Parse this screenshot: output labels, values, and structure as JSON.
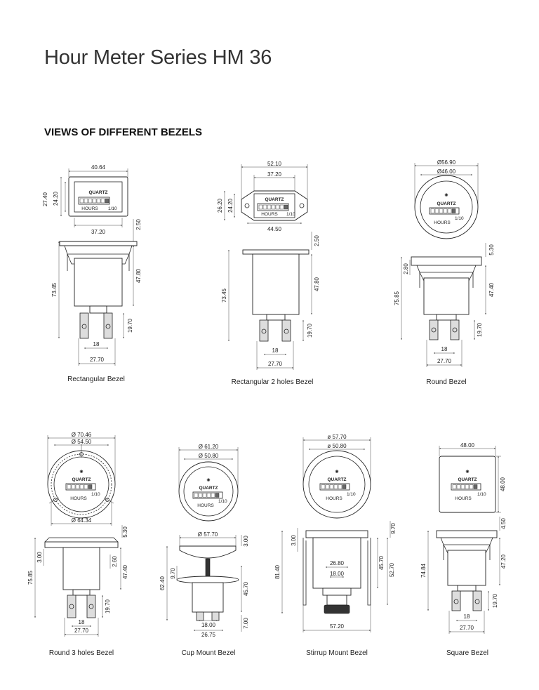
{
  "title": "Hour Meter Series HM 36",
  "section_title": "VIEWS OF DIFFERENT BEZELS",
  "meter_face": {
    "brand": "QUARTZ",
    "unit": "HOURS",
    "ratio": "1/10"
  },
  "bezels": [
    {
      "caption": "Rectangular Bezel",
      "front": {
        "width": "40.64",
        "height": "27.40",
        "window_height": "24.20",
        "window_width": "37.20"
      },
      "side": {
        "bezel_thickness": "2.50",
        "body_height": "47.80",
        "overall_length": "73.45",
        "terminal_length": "19.70",
        "terminal_spacing": "18",
        "base_width": "27.70"
      }
    },
    {
      "caption": "Rectangular 2 holes Bezel",
      "front": {
        "overall_width": "52.10",
        "width": "37.20",
        "height": "26.20",
        "window_height": "24.20",
        "hole_spacing": "44.50"
      },
      "side": {
        "bezel_thickness": "2.50",
        "body_height": "47.80",
        "overall_length": "73.45",
        "terminal_length": "19.70",
        "terminal_spacing": "18",
        "base_width": "27.70"
      }
    },
    {
      "caption": "Round Bezel",
      "front": {
        "outer_diameter": "Ø56.90",
        "inner_diameter": "Ø46.00"
      },
      "side": {
        "bezel_thickness": "5.30",
        "flange": "2.80",
        "body_height": "47.40",
        "overall_length": "75.85",
        "terminal_length": "19.70",
        "terminal_spacing": "18",
        "base_width": "27.70"
      }
    },
    {
      "caption": "Round 3 holes Bezel",
      "front": {
        "outer_diameter": "Ø 70.46",
        "inner_diameter": "Ø 54.50",
        "hole_circle": "Ø 64.34"
      },
      "side": {
        "bezel_thickness": "5.30",
        "flange": "3.00",
        "flange2": "2.60",
        "body_height": "47.40",
        "overall_length": "75.85",
        "terminal_length": "19.70",
        "terminal_spacing": "18",
        "base_width": "27.70"
      }
    },
    {
      "caption": "Cup Mount Bezel",
      "front": {
        "outer_diameter": "Ø 61.20",
        "inner_diameter": "Ø 50.80"
      },
      "side": {
        "cup_diameter": "Ø 57.70",
        "bezel_thickness": "3.00",
        "stud": "9.70",
        "overall_length": "62.40",
        "body_height": "45.70",
        "terminal_length": "7.00",
        "terminal_spacing": "18.00",
        "base_width": "26.75"
      }
    },
    {
      "caption": "Stirrup Mount Bezel",
      "front": {
        "outer_diameter": "ø 57.70",
        "inner_diameter": "ø 50.80"
      },
      "side": {
        "bezel_thickness": "3.00",
        "flange": "9.70",
        "overall_length": "81.40",
        "body_height": "45.70",
        "stirrup_height": "52.70",
        "stirrup_width": "26.80",
        "terminal_spacing": "18.00",
        "base_width": "57.20"
      }
    },
    {
      "caption": "Square Bezel",
      "front": {
        "width": "48.00",
        "height": "48.00"
      },
      "side": {
        "bezel_thickness": "4.50",
        "body_height": "47.20",
        "overall_length": "74.84",
        "terminal_length": "19.70",
        "terminal_spacing": "18",
        "base_width": "27.70"
      }
    }
  ]
}
